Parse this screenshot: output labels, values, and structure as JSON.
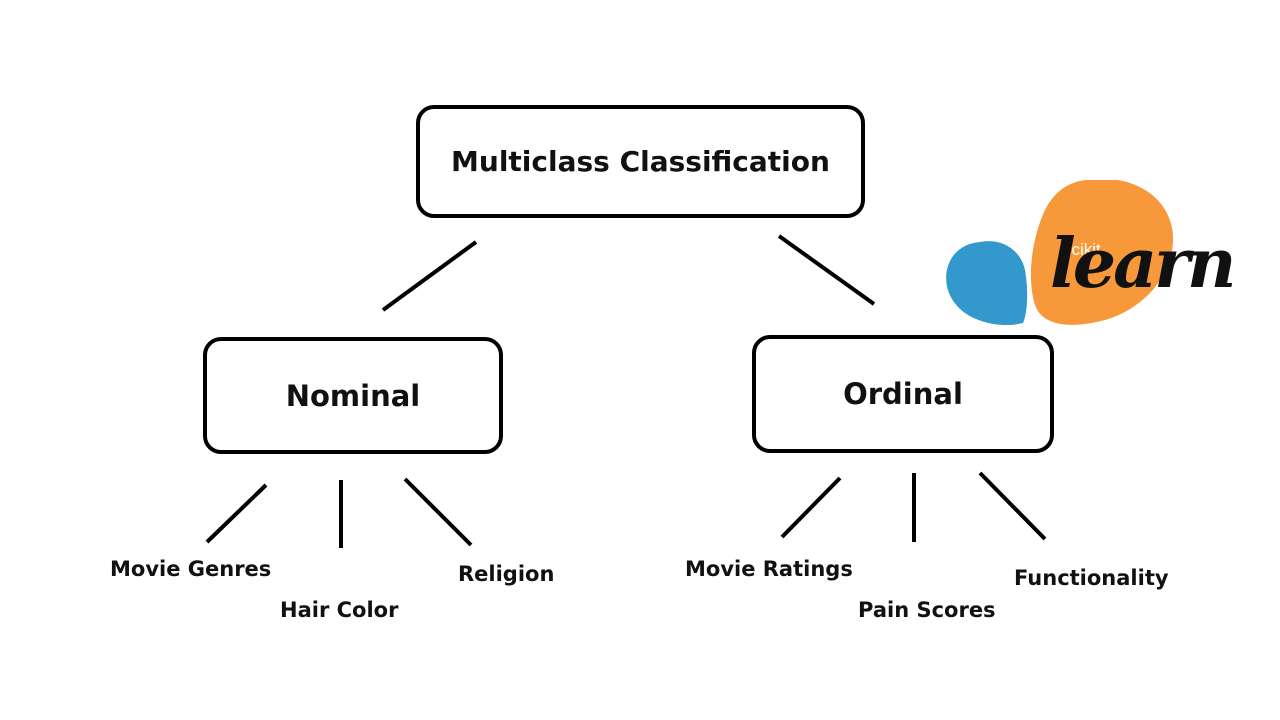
{
  "root": {
    "label": "Multiclass Classification"
  },
  "branches": [
    {
      "label": "Nominal",
      "leaves": [
        "Movie Genres",
        "Hair Color",
        "Religion"
      ]
    },
    {
      "label": "Ordinal",
      "leaves": [
        "Movie Ratings",
        "Pain Scores",
        "Functionality"
      ]
    }
  ],
  "logo": {
    "small_text": "scikit",
    "large_text": "learn"
  },
  "colors": {
    "line": "#000000",
    "logo_orange": "#F7993A",
    "logo_blue": "#3399CC"
  }
}
